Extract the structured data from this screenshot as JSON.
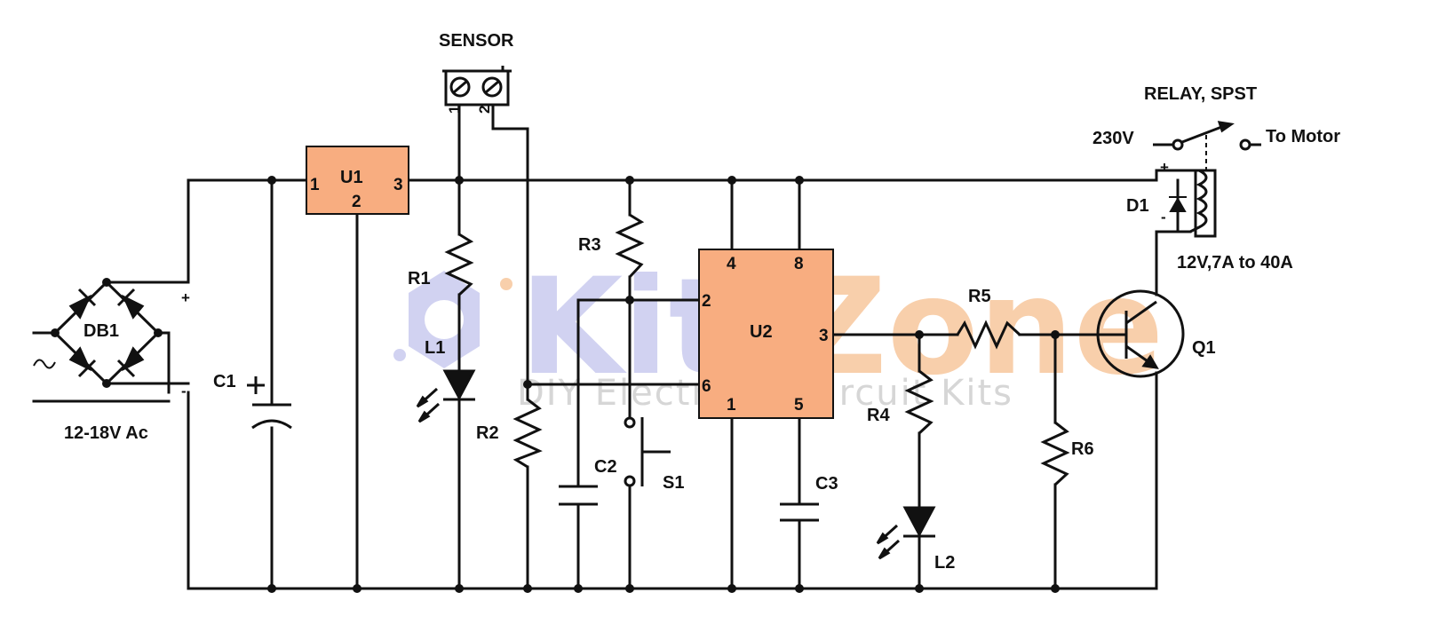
{
  "colors": {
    "ic_fill": "#f8ad80",
    "wire": "#111111",
    "watermark_blue": "#c9cbef",
    "watermark_orange": "#f7c79d",
    "watermark_gray": "#cfcfcf"
  },
  "watermark": {
    "kits": "Kits",
    "zone": "Zone",
    "tagline": "DIY Electronic Circuit Kits"
  },
  "labels": {
    "sensor": "SENSOR",
    "relay": "RELAY, SPST",
    "relay_rating": "12V,7A to 40A",
    "v230": "230V",
    "to_motor": "To Motor",
    "supply": "12-18V Ac",
    "db1": "DB1",
    "c1": "C1",
    "c2": "C2",
    "c3": "C3",
    "r1": "R1",
    "r2": "R2",
    "r3": "R3",
    "r4": "R4",
    "r5": "R5",
    "r6": "R6",
    "l1": "L1",
    "l2": "L2",
    "u1": "U1",
    "u2": "U2",
    "s1": "S1",
    "q1": "Q1",
    "d1": "D1",
    "plus": "+",
    "minus": "-",
    "ac": "~"
  },
  "pins": {
    "u1_1": "1",
    "u1_2": "2",
    "u1_3": "3",
    "u2_4": "4",
    "u2_8": "8",
    "u2_2": "2",
    "u2_6": "6",
    "u2_3": "3",
    "u2_1": "1",
    "u2_5": "5",
    "sensor_1": "1",
    "sensor_2": "2"
  }
}
